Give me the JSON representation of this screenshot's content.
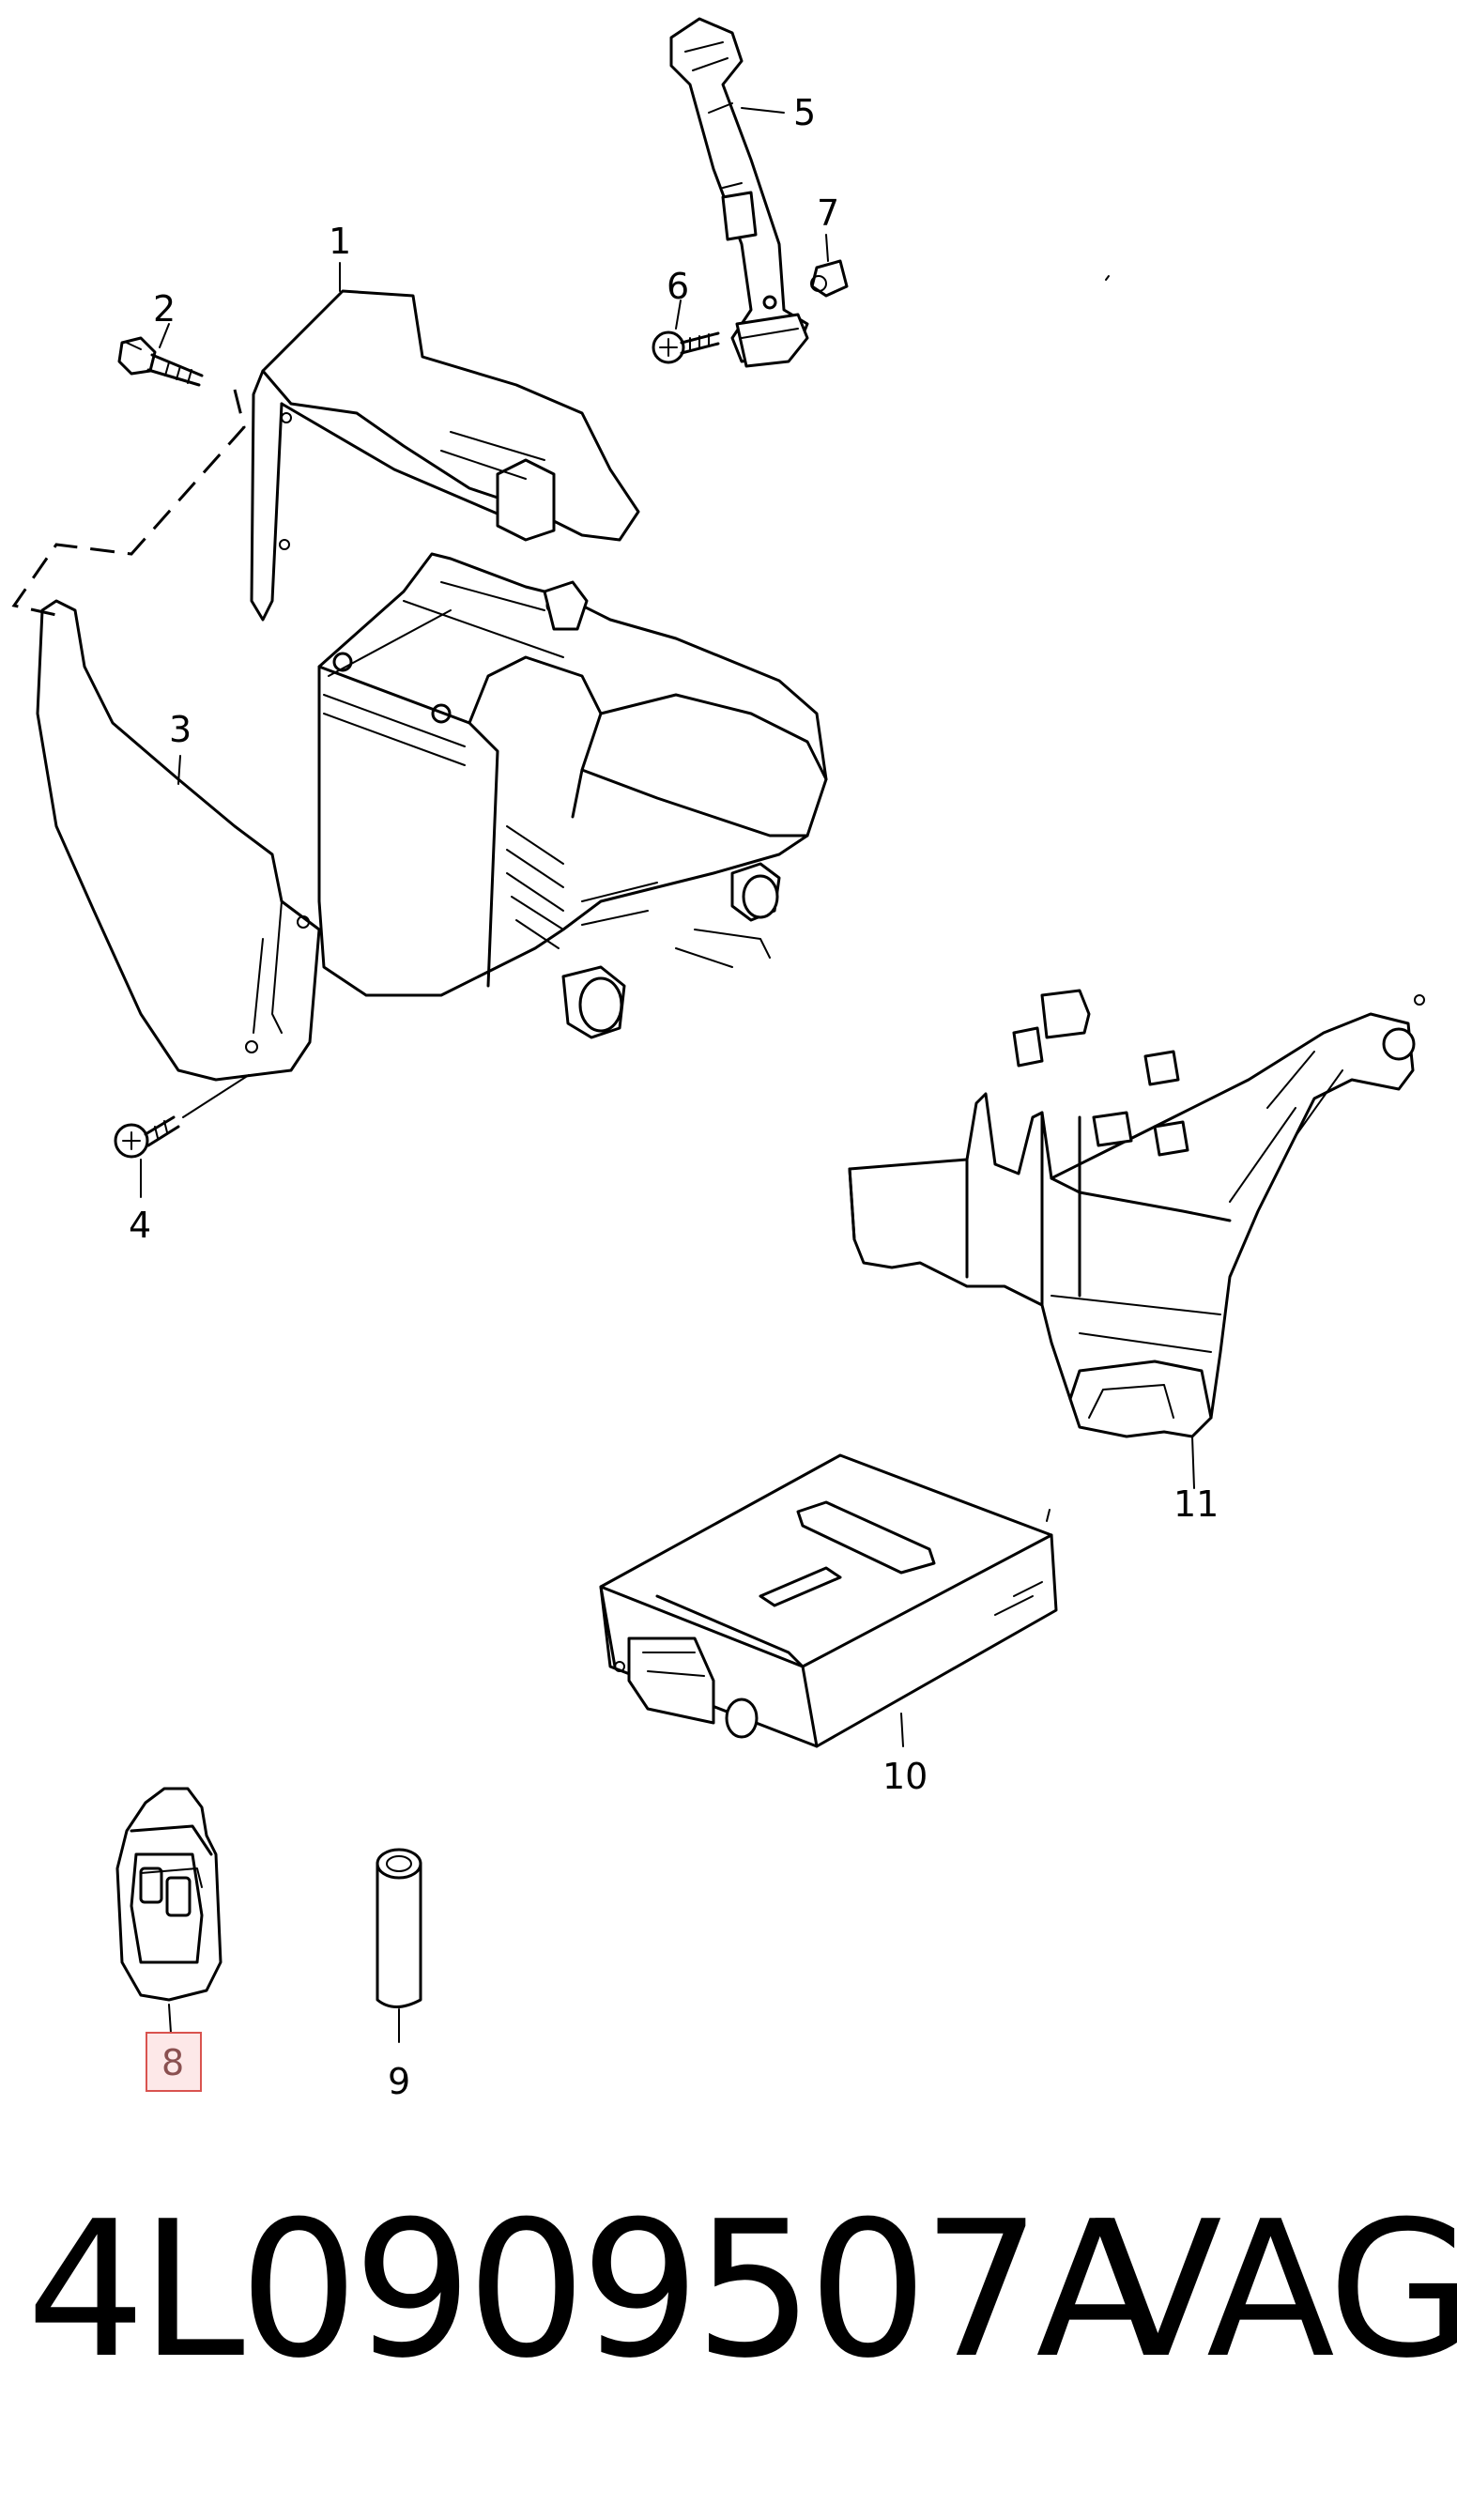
{
  "callouts": {
    "c1": "1",
    "c2": "2",
    "c3": "3",
    "c4": "4",
    "c5": "5",
    "c6": "6",
    "c7": "7",
    "c8": "8",
    "c9": "9",
    "c10": "10",
    "c11": "11"
  },
  "highlight_color": "#d9534f",
  "highlight_fill": "#fde8e8",
  "footer": {
    "part_number": "4L0909507A",
    "brand": "VAG"
  }
}
